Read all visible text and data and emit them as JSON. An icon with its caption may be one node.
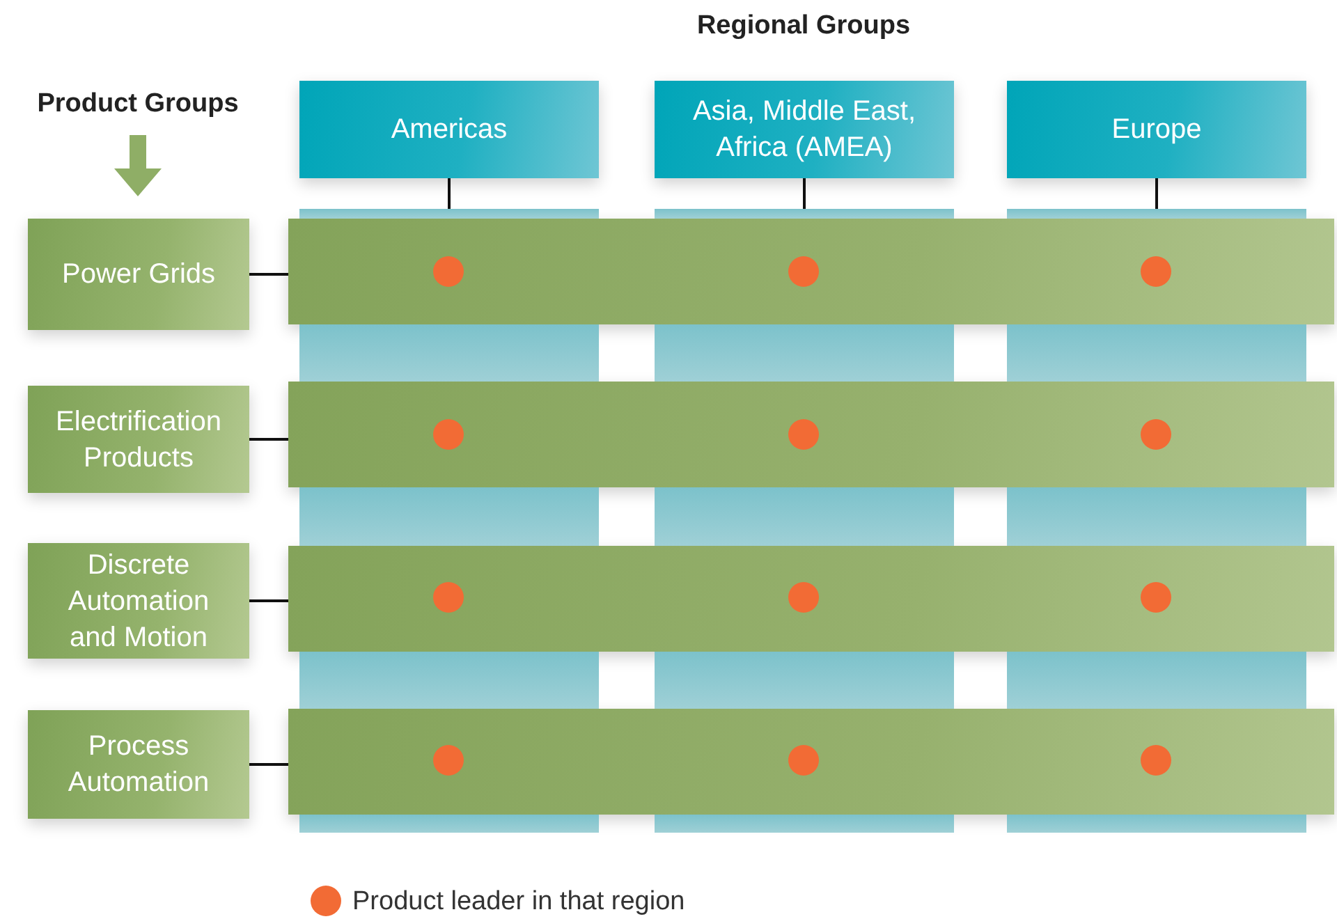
{
  "diagram": {
    "nodes": [
      {
        "text": [
          "Americas"
        ]
      },
      {
        "text": [
          "Asia, Middle East, Africa (AMEA)"
        ]
      },
      {
        "text": [
          "Europe"
        ]
      },
      {
        "text": [
          "Power Grids"
        ]
      },
      {
        "text": [
          "Electrification Products"
        ]
      },
      {
        "text": [
          "Discrete Automation and Motion"
        ]
      },
      {
        "text": [
          "Process Automation"
        ]
      },
      {
        "text": [],
        "shape": "bar"
      },
      {
        "text": [],
        "shape": "bar"
      },
      {
        "text": [],
        "shape": "bar"
      },
      {
        "text": [],
        "shape": "bar"
      },
      {
        "text": [],
        "shape": "bar"
      },
      {
        "text": [],
        "shape": "bar"
      },
      {
        "text": [],
        "shape": "bar"
      },
      {
        "text": [],
        "shape": "circle"
      },
      {
        "text": [],
        "shape": "circle"
      },
      {
        "text": [],
        "shape": "circle"
      },
      {
        "text": [],
        "shape": "circle"
      },
      {
        "text": [],
        "shape": "circle"
      },
      {
        "text": [],
        "shape": "circle"
      },
      {
        "text": [],
        "shape": "circle"
      },
      {
        "text": [],
        "shape": "circle"
      },
      {
        "text": [],
        "shape": "circle"
      },
      {
        "text": [],
        "shape": "circle"
      },
      {
        "text": [],
        "shape": "circle"
      },
      {
        "text": [],
        "shape": "circle"
      }
    ],
    "edges": [
      {
        "from": 0,
        "to": 7,
        "arrow": "none"
      },
      {
        "from": 1,
        "to": 8,
        "arrow": "none"
      },
      {
        "from": 2,
        "to": 9,
        "arrow": "none"
      },
      {
        "from": 3,
        "to": 10,
        "arrow": "none"
      },
      {
        "from": 4,
        "to": 11,
        "arrow": "none"
      },
      {
        "from": 5,
        "to": 12,
        "arrow": "none"
      },
      {
        "from": 6,
        "to": 13,
        "arrow": "none"
      }
    ],
    "labels": [
      "Regional Groups",
      "Product Groups"
    ],
    "legend": [
      {
        "text": "Product leader in that region",
        "color": "#f26b35"
      }
    ]
  }
}
